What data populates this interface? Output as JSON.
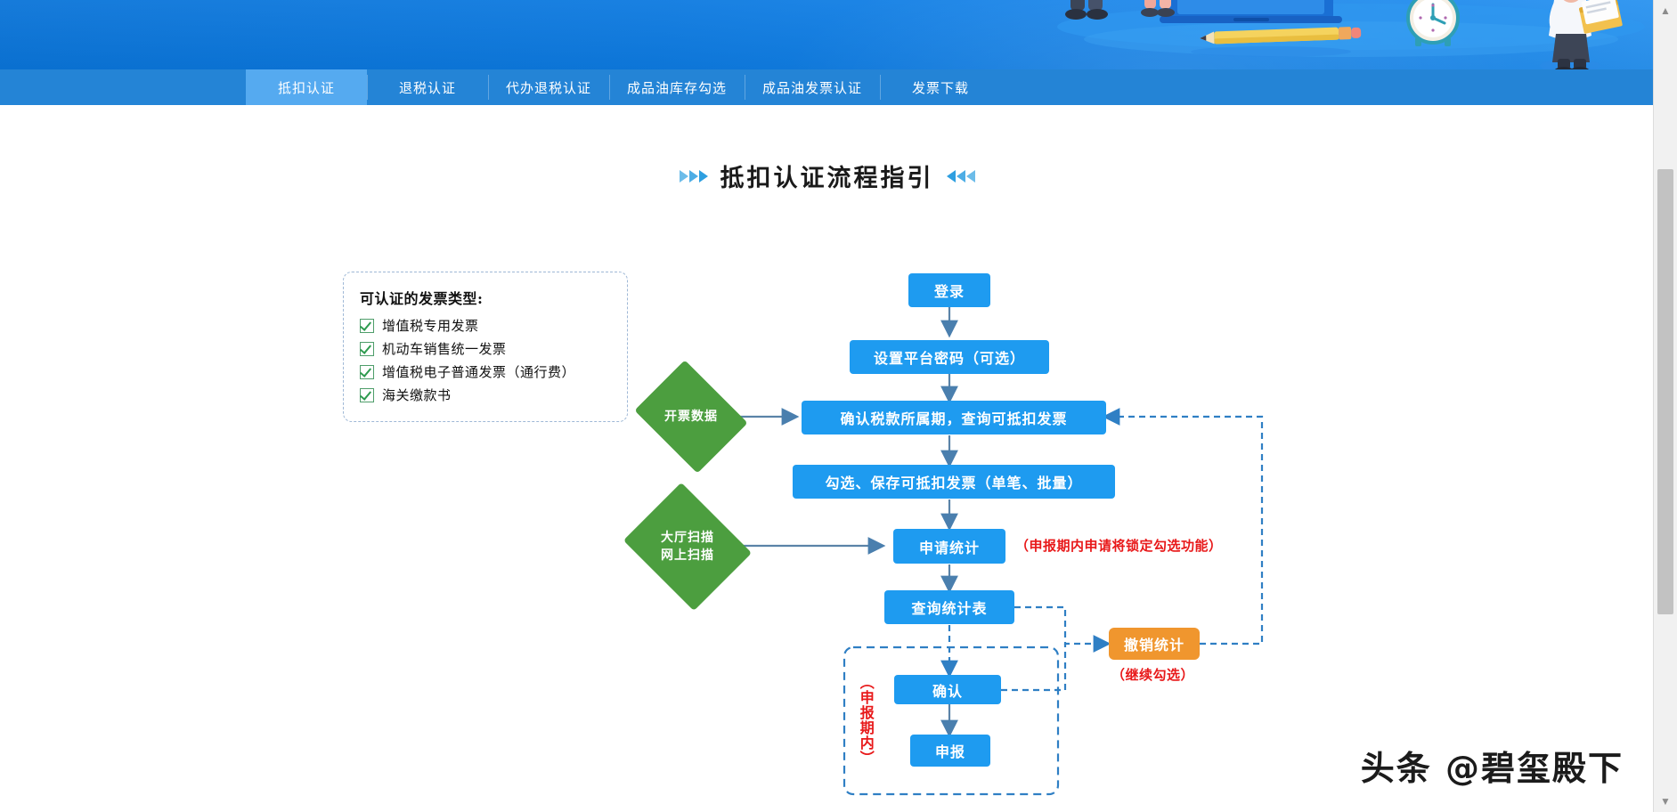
{
  "banner": {
    "alt": "tax service illustration banner",
    "bg_color": "#0d7ae0"
  },
  "tabs": [
    {
      "label": "抵扣认证",
      "active": true
    },
    {
      "label": "退税认证",
      "active": false
    },
    {
      "label": "代办退税认证",
      "active": false
    },
    {
      "label": "成品油库存勾选",
      "active": false
    },
    {
      "label": "成品油发票认证",
      "active": false
    },
    {
      "label": "发票下载",
      "active": false
    }
  ],
  "page": {
    "title": "抵扣认证流程指引"
  },
  "legend": {
    "title": "可认证的发票类型:",
    "items": [
      "增值税专用发票",
      "机动车销售统一发票",
      "增值税电子普通发票（通行费）",
      "海关缴款书"
    ]
  },
  "flow": {
    "nodes": [
      {
        "id": "login",
        "label": "登录",
        "type": "blue"
      },
      {
        "id": "password",
        "label": "设置平台密码（可选）",
        "type": "blue"
      },
      {
        "id": "confirm_period",
        "label": "确认税款所属期，查询可抵扣发票",
        "type": "blue"
      },
      {
        "id": "select_save",
        "label": "勾选、保存可抵扣发票（单笔、批量）",
        "type": "blue"
      },
      {
        "id": "apply_stat",
        "label": "申请统计",
        "type": "blue"
      },
      {
        "id": "query_stat",
        "label": "查询统计表",
        "type": "blue"
      },
      {
        "id": "revoke_stat",
        "label": "撤销统计",
        "type": "orange"
      },
      {
        "id": "confirm",
        "label": "确认",
        "type": "blue"
      },
      {
        "id": "declare",
        "label": "申报",
        "type": "blue"
      }
    ],
    "diamonds": [
      {
        "id": "invoice_data",
        "label": "开票数据"
      },
      {
        "id": "scan",
        "label": "大厅扫描\n网上扫描"
      }
    ],
    "notes": [
      {
        "id": "lock_note",
        "text": "（申报期内申请将锁定勾选功能）",
        "color": "#e8191a"
      },
      {
        "id": "continue_note",
        "text": "（继续勾选）",
        "color": "#e8191a"
      },
      {
        "id": "period_note",
        "text": "（申报期内）",
        "color": "#e8191a"
      }
    ]
  },
  "watermark": {
    "text": "头条 @碧玺殿下"
  },
  "colors": {
    "node_blue": "#1e9bf0",
    "node_orange": "#f0962e",
    "diamond_green": "#4c9e3f",
    "note_red": "#e8191a",
    "tab_bar": "#2484d6",
    "tab_active": "#55aaf0"
  }
}
